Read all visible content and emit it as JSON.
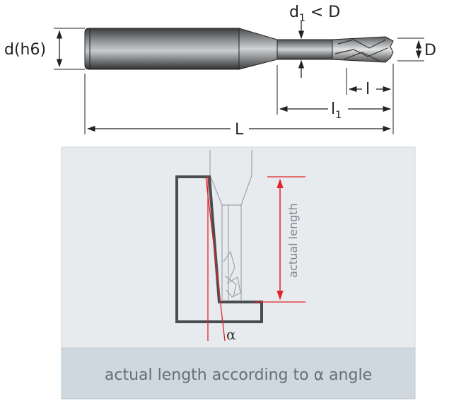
{
  "tool_drawing": {
    "shank_label": "d(h6)",
    "d1_prefix": "d",
    "d1_sub": "1",
    "d1_suffix": " < D",
    "diameter_label": "D",
    "flute_length_label": "l",
    "l1_prefix": "l",
    "l1_sub": "1",
    "overall_length_label": "L"
  },
  "detail_panel": {
    "actual_length_label": "actual length",
    "angle_label": "α",
    "caption": "actual length according to α angle"
  },
  "colors": {
    "panel_bg": "#e8ebee",
    "caption_bg": "#cfd8df",
    "accent": "#e0252a",
    "outline": "#4a4d50"
  }
}
